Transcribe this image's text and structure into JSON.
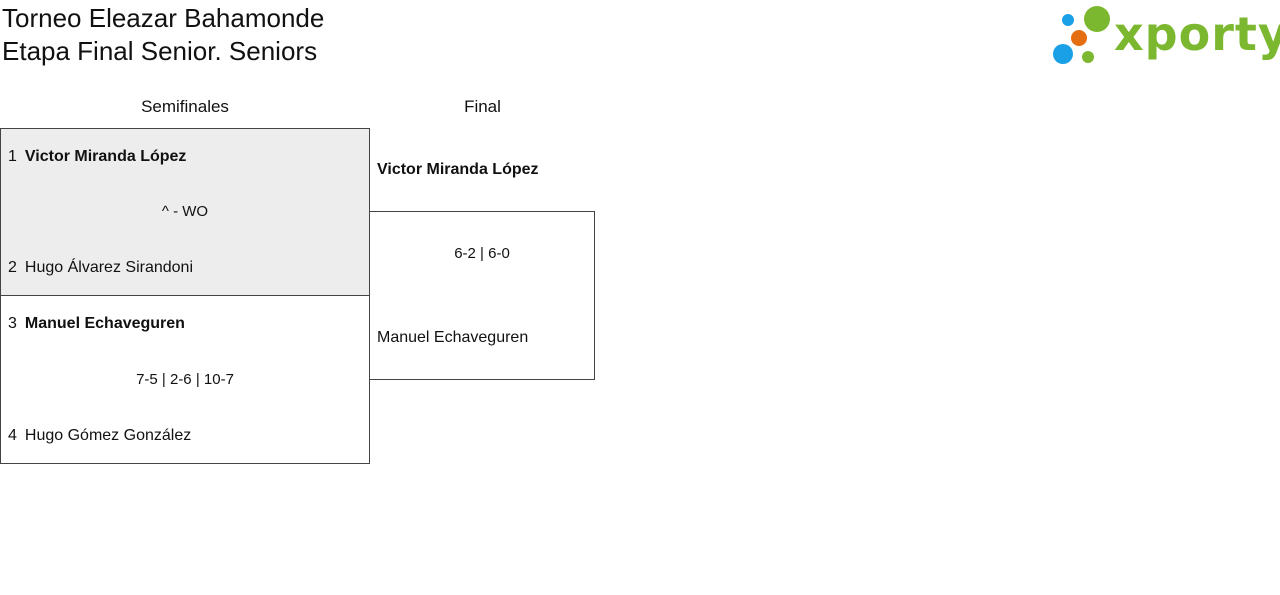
{
  "header": {
    "title_line1": "Torneo Eleazar Bahamonde",
    "title_line2": "Etapa Final Senior. Seniors"
  },
  "logo": {
    "text": "xporty",
    "icon": "xporty-dots-logo-icon",
    "colors": {
      "green": "#7cb82f",
      "blue": "#1aa0e6",
      "orange": "#e66e12"
    }
  },
  "rounds": {
    "semis_label": "Semifinales",
    "final_label": "Final"
  },
  "semifinal1": {
    "player1_seed": "1",
    "player1_name": "Victor Miranda López",
    "score": "^ - WO",
    "player2_seed": "2",
    "player2_name": "Hugo Álvarez Sirandoni"
  },
  "semifinal2": {
    "player1_seed": "3",
    "player1_name": "Manuel Echaveguren",
    "score": "7-5 | 2-6 | 10-7",
    "player2_seed": "4",
    "player2_name": "Hugo Gómez González"
  },
  "final": {
    "player1_name": "Victor Miranda López",
    "score": "6-2 | 6-0",
    "player2_name": "Manuel Echaveguren"
  },
  "colors": {
    "highlight_bg": "#ededed",
    "border": "#444444"
  }
}
